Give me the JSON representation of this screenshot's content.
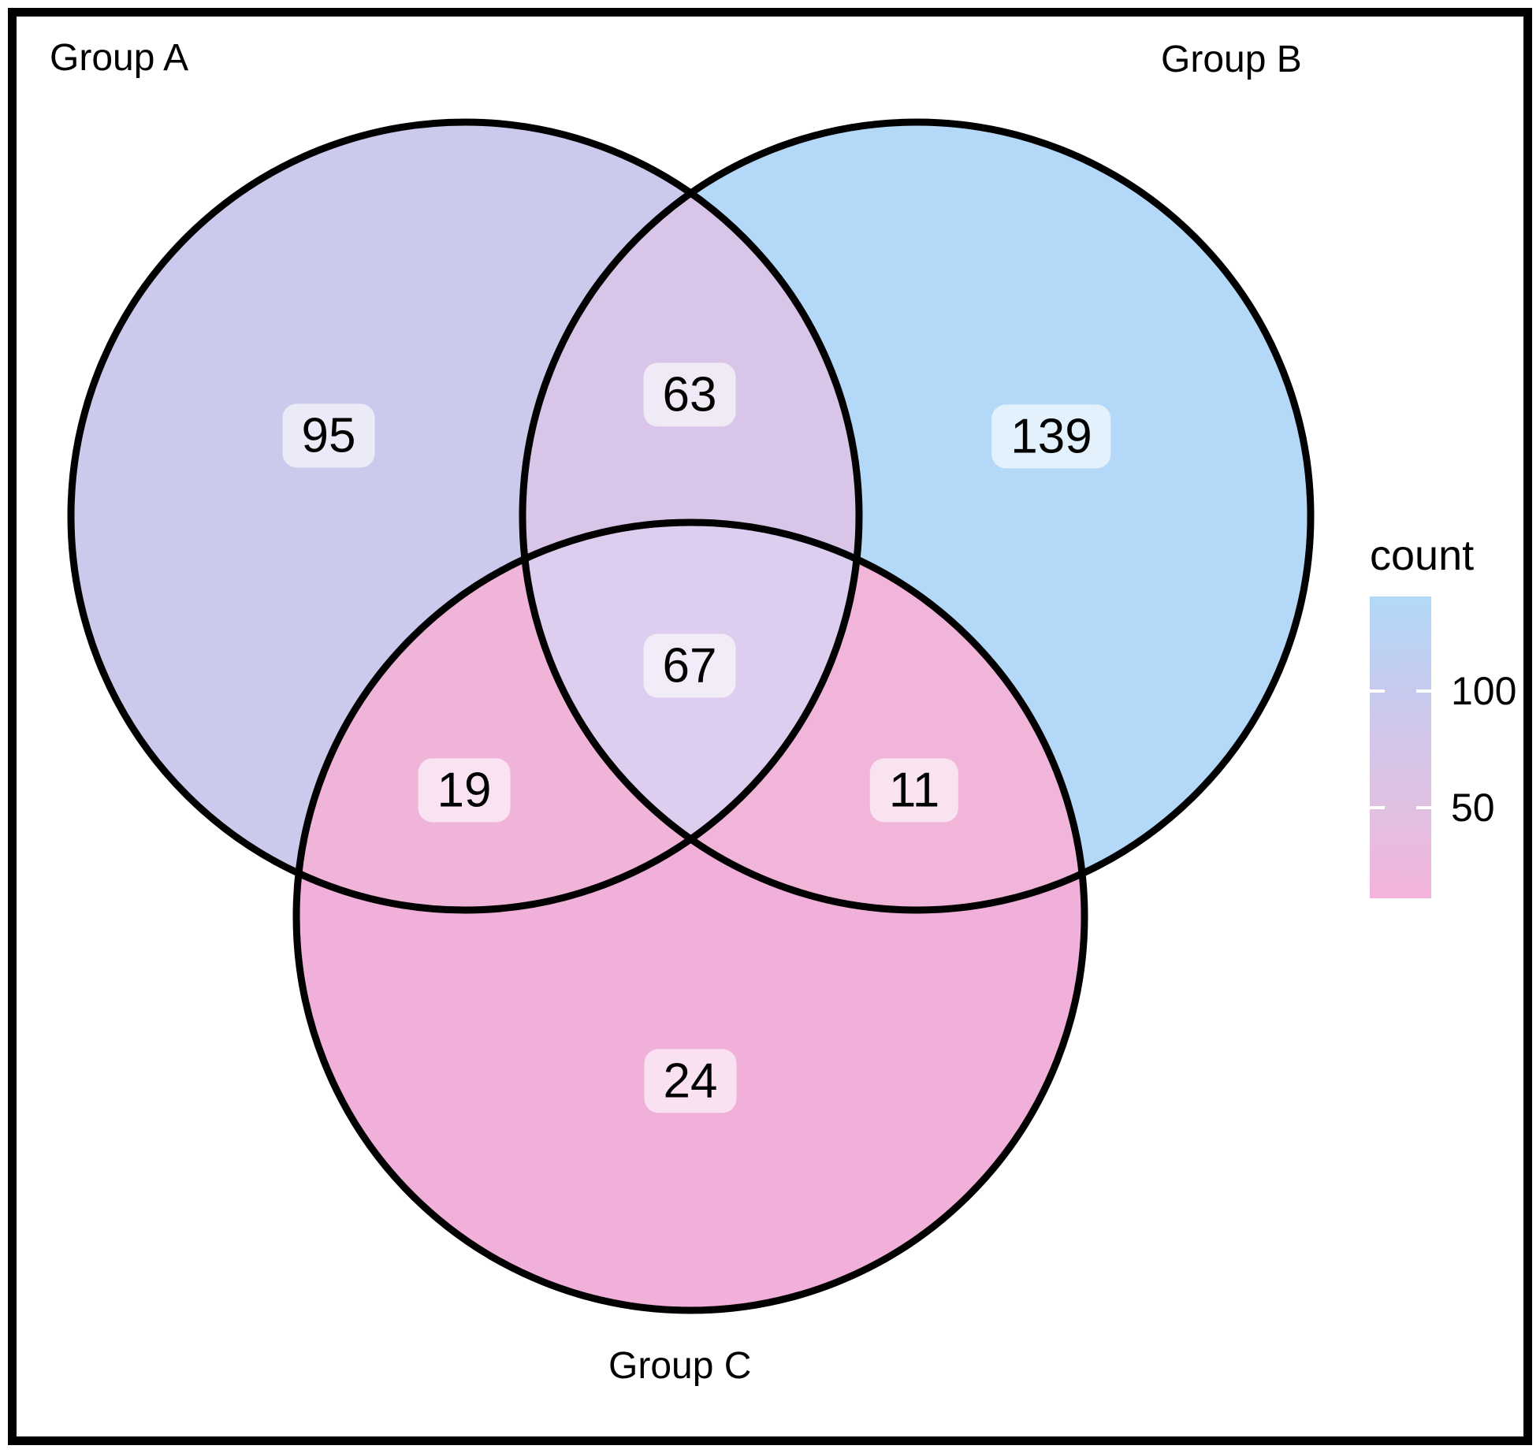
{
  "chart_data": {
    "type": "venn",
    "sets": [
      "Group A",
      "Group B",
      "Group C"
    ],
    "regions": [
      {
        "label": "A only",
        "sets": [
          "Group A"
        ],
        "count": 95
      },
      {
        "label": "A and B",
        "sets": [
          "Group A",
          "Group B"
        ],
        "count": 63
      },
      {
        "label": "B only",
        "sets": [
          "Group B"
        ],
        "count": 139
      },
      {
        "label": "A B C",
        "sets": [
          "Group A",
          "Group B",
          "Group C"
        ],
        "count": 67
      },
      {
        "label": "A and C",
        "sets": [
          "Group A",
          "Group C"
        ],
        "count": 19
      },
      {
        "label": "B and C",
        "sets": [
          "Group B",
          "Group C"
        ],
        "count": 11
      },
      {
        "label": "C only",
        "sets": [
          "Group C"
        ],
        "count": 24
      }
    ],
    "legend": {
      "title": "count",
      "ticks": [
        100,
        50
      ],
      "range": [
        11,
        139
      ],
      "position": "right",
      "orientation": "vertical"
    }
  },
  "colors": {
    "region_a_only": "#cbcaed",
    "region_b_only": "#b4d9f8",
    "region_c_only": "#f0b0d9",
    "region_ab": "#d8c5e7",
    "region_ac": "#f0b4d9",
    "region_bc": "#f2b5da",
    "region_abc": "#ddcdee",
    "circle_outline": "#000000",
    "legend_tick_mark": "#ffffff",
    "legend_gradient": [
      "#b3d9f8",
      "#c6cbee",
      "#d5c5e8",
      "#e0c1e2",
      "#f4b3da"
    ]
  }
}
